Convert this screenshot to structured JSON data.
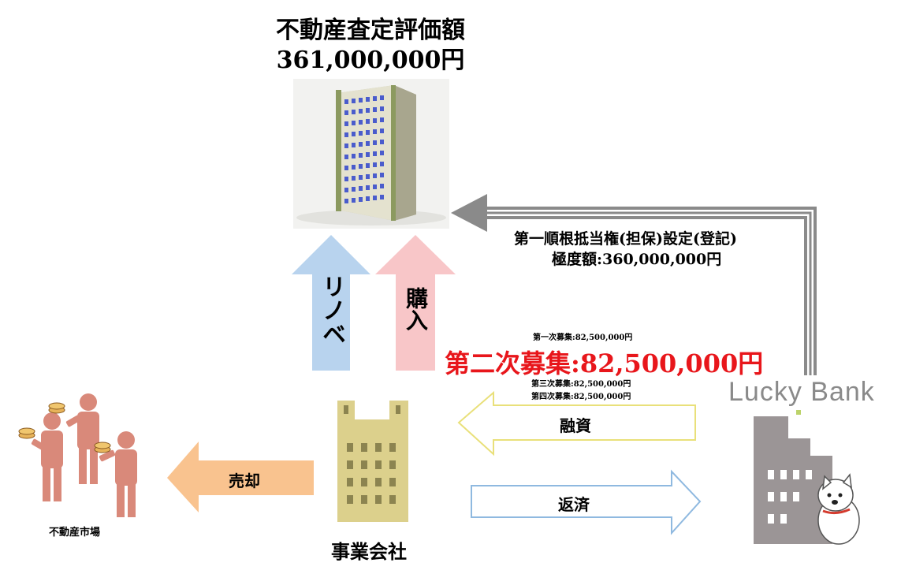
{
  "valuation": {
    "title": "不動産査定評価額",
    "amount": "361,000,000円"
  },
  "arrows": {
    "renovation": "リノベ",
    "purchase": "購入",
    "loan": "融資",
    "repayment": "返済",
    "sale": "売却"
  },
  "mortgage": {
    "line1": "第一順根抵当権(担保)設定(登記)",
    "line2": "極度額:360,000,000円"
  },
  "recruitment": {
    "first": "第一次募集:82,500,000円",
    "second": "第二次募集:82,500,000円",
    "third": "第三次募集:82,500,000円",
    "fourth": "第四次募集:82,500,000円"
  },
  "entities": {
    "company": "事業会社",
    "market": "不動産市場",
    "lender_logo": "Lucky Bank"
  },
  "colors": {
    "renovation_arrow": "#b8d3ee",
    "purchase_arrow": "#f8c6c8",
    "sale_arrow": "#f9c38f",
    "loan_arrow_border": "#e9e07a",
    "repay_arrow_border": "#8fb9e0",
    "highlight_red": "#e8161b",
    "company_building": "#dcd08c",
    "lender_building": "#9b9596",
    "people": "#d9897a"
  }
}
